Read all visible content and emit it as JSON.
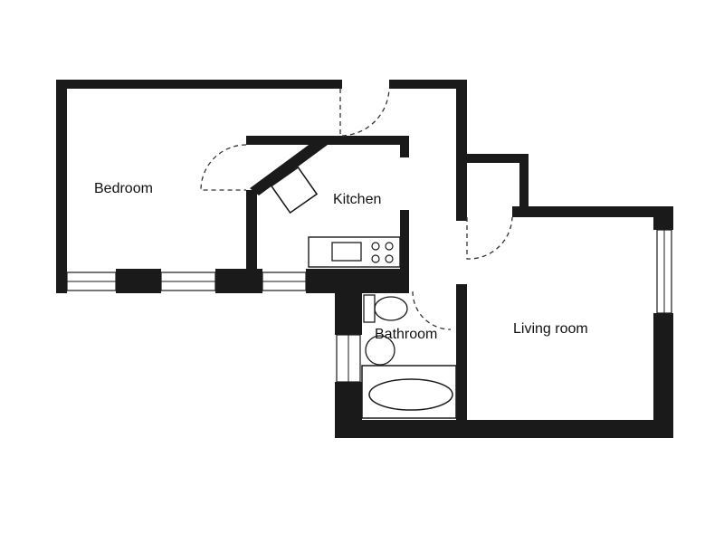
{
  "plan": {
    "rooms": {
      "bedroom": "Bedroom",
      "kitchen": "Kitchen",
      "bathroom": "Bathroom",
      "living_room": "Living room"
    }
  },
  "colors": {
    "wall": "#1a1a1a",
    "background": "#ffffff"
  }
}
